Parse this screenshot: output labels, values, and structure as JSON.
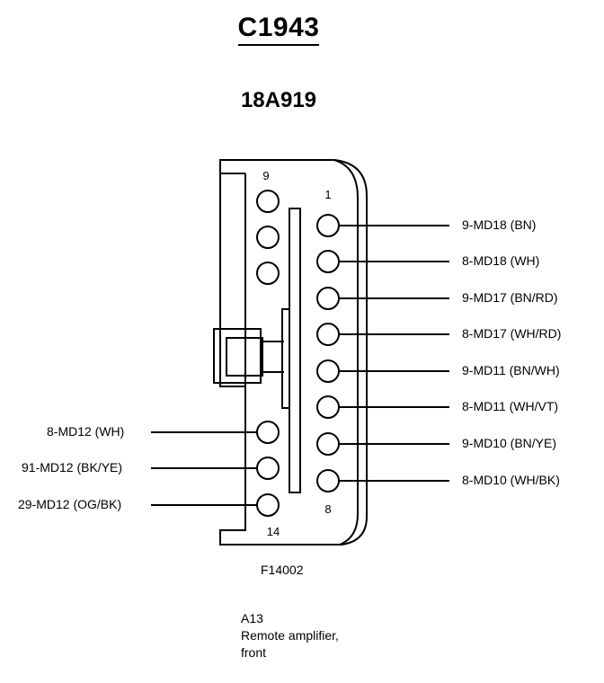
{
  "connector_id": "C1943",
  "part_number": "18A919",
  "pin_numbers": {
    "top_left": "9",
    "top_right": "1",
    "bottom_left": "14",
    "bottom_right": "8"
  },
  "right_wires": [
    "9-MD18 (BN)",
    "8-MD18 (WH)",
    "9-MD17 (BN/RD)",
    "8-MD17 (WH/RD)",
    "9-MD11 (BN/WH)",
    "8-MD11 (WH/VT)",
    "9-MD10 (BN/YE)",
    "8-MD10 (WH/BK)"
  ],
  "left_wires": [
    "8-MD12 (WH)",
    "91-MD12 (BK/YE)",
    "29-MD12 (OG/BK)"
  ],
  "figure_code": "F14002",
  "caption": {
    "ref": "A13",
    "line1": "Remote amplifier,",
    "line2": "front"
  }
}
